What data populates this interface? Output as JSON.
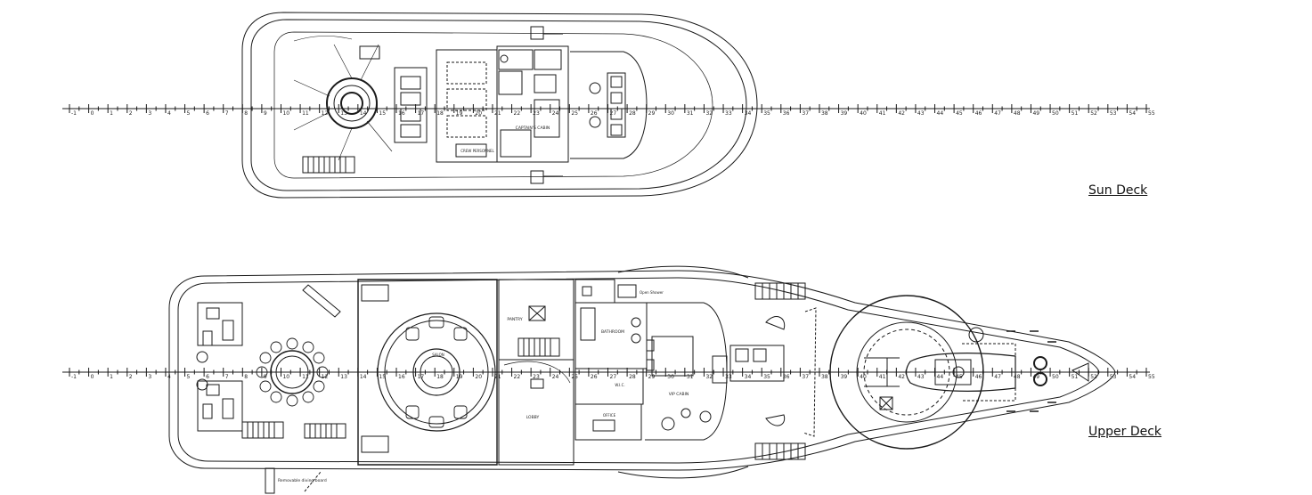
{
  "decks": {
    "sun": {
      "title": "Sun Deck"
    },
    "upper": {
      "title": "Upper Deck"
    }
  },
  "scale_labels": [
    "-1",
    "0",
    "1",
    "2",
    "3",
    "4",
    "5",
    "6",
    "7",
    "8",
    "9",
    "10",
    "11",
    "12",
    "13",
    "14",
    "15",
    "16",
    "17",
    "18",
    "19",
    "20",
    "21",
    "22",
    "23",
    "24",
    "25",
    "26",
    "27",
    "28",
    "29",
    "30",
    "31",
    "32",
    "33",
    "34",
    "35",
    "36",
    "37",
    "38",
    "39",
    "40",
    "41",
    "42",
    "43",
    "44",
    "45",
    "46",
    "47",
    "48",
    "49",
    "50",
    "51",
    "52",
    "53",
    "54",
    "55"
  ],
  "sun_rooms": {
    "captain": "CAPTAIN'S CABIN",
    "crew": "CREW PERSONNEL"
  },
  "upper_rooms": {
    "pantry": "PANTRY",
    "bathroom": "BATHROOM",
    "open_shower": "Open Shower",
    "salon": "SALON",
    "lobby": "LOBBY",
    "office": "OFFICE",
    "vip": "VIP CABIN",
    "wic": "W.I.C.",
    "removable": "Removable diving board"
  }
}
